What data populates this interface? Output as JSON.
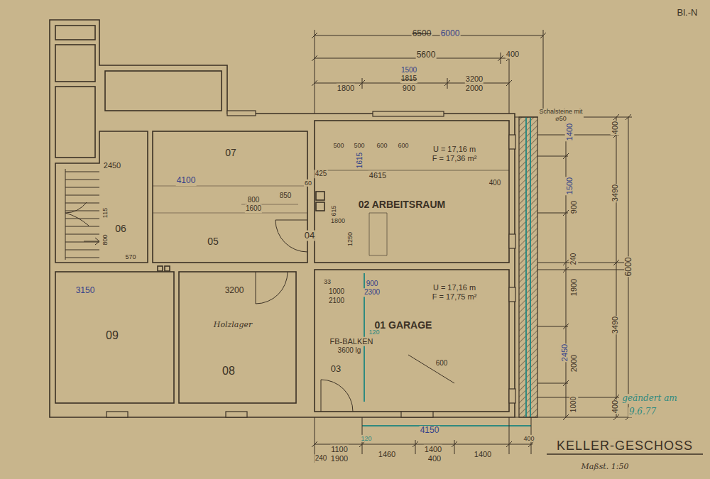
{
  "diagram": {
    "title": "KELLER-GESCHOSS",
    "caption": "Maßst. 1:50",
    "nodes": [
      {
        "text": [
          "06"
        ]
      },
      {
        "text": [
          "07",
          "05"
        ]
      },
      {
        "text": [
          "04"
        ]
      },
      {
        "text": [
          "09"
        ]
      },
      {
        "text": [
          "08"
        ]
      },
      {
        "text": [
          "02 ARBEITSRAUM",
          "U = 17,16 m",
          "F = 17,36 m²"
        ]
      },
      {
        "text": [
          "01 GARAGE",
          "U = 17,16 m",
          "F = 17,75 m²"
        ]
      },
      {
        "text": [
          "03"
        ],
        "in": 6
      }
    ],
    "labels": [
      "Bl.-N",
      "6500",
      "6000",
      "5600",
      "400",
      "1500",
      "1815",
      "900",
      "3200",
      "2000",
      "1800",
      "Schalsteine mit ⌀50",
      "400",
      "1400",
      "1500",
      "900",
      "3490",
      "240",
      "1900",
      "3490",
      "2450",
      "2000",
      "1000",
      "400",
      "6000",
      "500",
      "500",
      "600",
      "600",
      "1615",
      "425",
      "4615",
      "400",
      "60",
      "615",
      "1800",
      "1250",
      "4100",
      "800",
      "1600",
      "850",
      "2450",
      "115",
      "800",
      "570",
      "33",
      "1000",
      "2100",
      "900",
      "2300",
      "FB-BALKEN",
      "3600 lg",
      "120",
      "600",
      "3150",
      "3200",
      "Holzlager",
      "4150",
      "120",
      "400",
      "1100",
      "1900",
      "240",
      "1460",
      "1400",
      "400",
      "1400",
      "geändert am",
      "9.6.77"
    ]
  }
}
